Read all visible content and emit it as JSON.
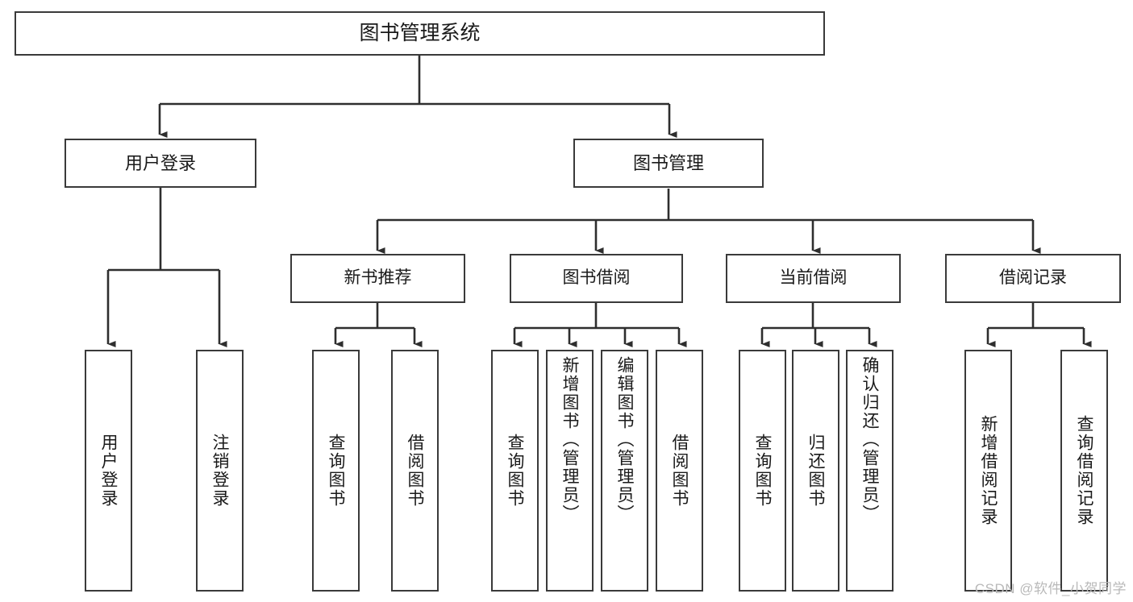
{
  "diagram": {
    "title": "图书管理系统",
    "type": "tree",
    "stroke_color": "#3a3a3a",
    "text_color": "#1a1a1a",
    "background_color": "#ffffff",
    "watermark": "CSDN @软件_小贺同学"
  },
  "nodes": {
    "root": {
      "label": "图书管理系统"
    },
    "level2": [
      {
        "id": "user-login",
        "label": "用户登录"
      },
      {
        "id": "book-management",
        "label": "图书管理"
      }
    ],
    "level3": [
      {
        "id": "new-book-recommend",
        "label": "新书推荐"
      },
      {
        "id": "book-borrow",
        "label": "图书借阅"
      },
      {
        "id": "current-borrow",
        "label": "当前借阅"
      },
      {
        "id": "borrow-record",
        "label": "借阅记录"
      }
    ],
    "leaves": [
      {
        "id": "leaf-user-login",
        "parent": "user-login",
        "label": "用户登录"
      },
      {
        "id": "leaf-logout-login",
        "parent": "user-login",
        "label": "注销登录"
      },
      {
        "id": "leaf-query-book-1",
        "parent": "new-book-recommend",
        "label": "查询图书"
      },
      {
        "id": "leaf-borrow-book-1",
        "parent": "new-book-recommend",
        "label": "借阅图书"
      },
      {
        "id": "leaf-query-book-2",
        "parent": "book-borrow",
        "label": "查询图书"
      },
      {
        "id": "leaf-add-book",
        "parent": "book-borrow",
        "label": "新增图书（管理员）"
      },
      {
        "id": "leaf-edit-book",
        "parent": "book-borrow",
        "label": "编辑图书（管理员）"
      },
      {
        "id": "leaf-borrow-book-2",
        "parent": "book-borrow",
        "label": "借阅图书"
      },
      {
        "id": "leaf-query-book-3",
        "parent": "current-borrow",
        "label": "查询图书"
      },
      {
        "id": "leaf-return-book",
        "parent": "current-borrow",
        "label": "归还图书"
      },
      {
        "id": "leaf-confirm-return",
        "parent": "current-borrow",
        "label": "确认归还（管理员）"
      },
      {
        "id": "leaf-add-record",
        "parent": "borrow-record",
        "label": "新增借阅记录"
      },
      {
        "id": "leaf-query-record",
        "parent": "borrow-record",
        "label": "查询借阅记录"
      }
    ]
  }
}
